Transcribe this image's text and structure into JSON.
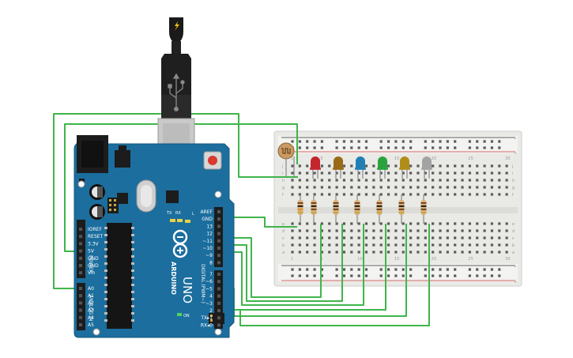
{
  "board": {
    "brand": "ARDUINO",
    "model": "UNO",
    "section_digital": "DIGITAL (PWM~)",
    "section_power": "POWER",
    "section_analog": "ANALOG IN",
    "label_on": "ON",
    "label_l": "L",
    "label_tx": "TX",
    "label_rx": "RX",
    "power_pins": [
      "IOREF",
      "RESET",
      "3.3V",
      "5V",
      "GND",
      "GND",
      "Vin"
    ],
    "analog_pins": [
      "A0",
      "A1",
      "A2",
      "A3",
      "A4",
      "A5"
    ],
    "digital_top": [
      "AREF",
      "GND",
      "13",
      "12",
      "~11",
      "~10",
      "~9",
      "8"
    ],
    "digital_bottom": [
      "7",
      "~6",
      "~5",
      "4",
      "~3",
      "2",
      "TX▸1",
      "RX◂0"
    ]
  },
  "breadboard": {
    "rail_plus": "+",
    "rail_minus": "−",
    "row_letters_top": [
      "j",
      "i",
      "h",
      "g",
      "f"
    ],
    "row_letters_bottom": [
      "e",
      "d",
      "c",
      "b",
      "a"
    ],
    "col_numbers": [
      "1",
      "5",
      "10",
      "15",
      "20",
      "25",
      "30"
    ]
  },
  "colors": {
    "wire": "#3fb54a",
    "board": "#1b6e9e",
    "led_red": "#c4262e",
    "led_orange": "#9a6b14",
    "led_blue": "#1f7fb5",
    "led_green": "#2aa33c",
    "led_yellow": "#b08d1a",
    "led_white": "#a3a3a3"
  },
  "icons": [
    "usb-cable-icon",
    "lightning-icon",
    "usb-symbol-icon",
    "arduino-logo-icon"
  ]
}
